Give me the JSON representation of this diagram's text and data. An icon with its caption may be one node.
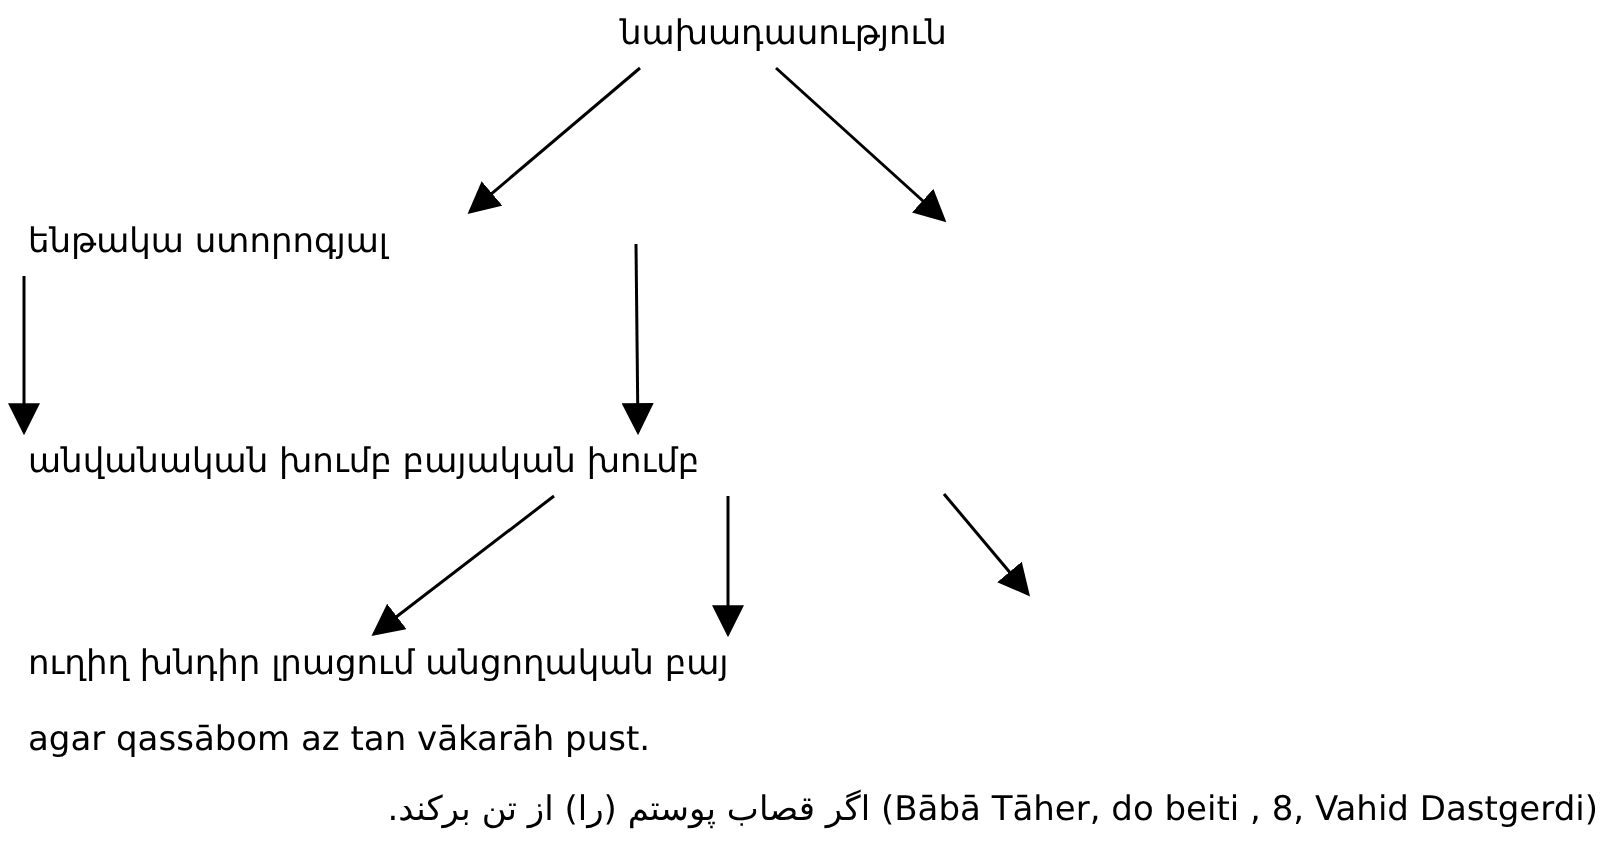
{
  "diagram": {
    "nodes": [
      {
        "text": [
          "նախադասություն"
        ]
      },
      {
        "text": [
          "ենթակա ստորոգյալ"
        ]
      },
      {
        "text": [
          "անվանական խումբ բայական խումբ"
        ]
      },
      {
        "text": [
          "ուղիղ խնդիր լրացում անցողական բայ"
        ]
      }
    ],
    "edges": [
      {
        "from": 0,
        "to": 1,
        "arrow": "to"
      },
      {
        "from": 0,
        "to": null,
        "arrow": "to"
      },
      {
        "from": 1,
        "to": 2,
        "arrow": "to"
      },
      {
        "from": null,
        "to": 2,
        "arrow": "to"
      },
      {
        "from": 2,
        "to": 3,
        "arrow": "to"
      },
      {
        "from": 2,
        "to": 3,
        "arrow": "to"
      }
    ],
    "labels": [
      "agar qassābom az tan vākarāh pust.",
      "(Bābā Tāher, do beiti , 8, Vahid Dastgerdi) اگر قصاب پوستم (را) از تن برکند."
    ]
  }
}
